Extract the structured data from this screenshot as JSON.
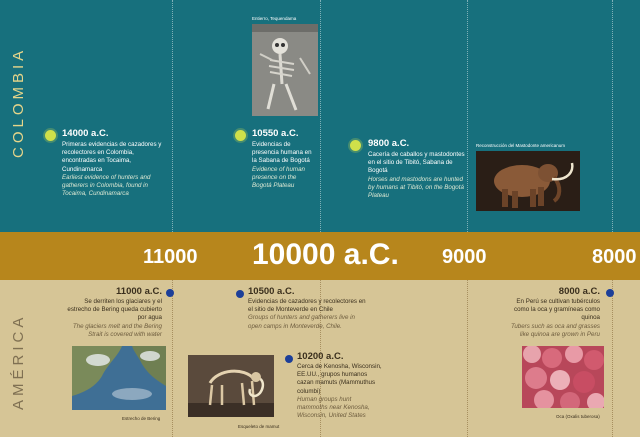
{
  "regions": {
    "top": "COLOMBIA",
    "bottom": "AMÉRICA"
  },
  "years": [
    "11000",
    "10000 a.C.",
    "9000",
    "8000"
  ],
  "colombia": [
    {
      "date": "14000 a.C.",
      "es": "Primeras evidencias de cazadores y recolectores en Colombia, encontradas en Tocaima, Cundinamarca",
      "en": "Earliest evidence of hunters and gatherers in Colombia, found in Tocaima, Cundinamarca"
    },
    {
      "date": "10550 a.C.",
      "es": "Evidencias de presencia humana en la Sabana de Bogotá",
      "en": "Evidence of human presence on the Bogotá Plateau"
    },
    {
      "date": "9800 a.C.",
      "es": "Cacería de caballos y mastodontes en el sitio de Tibitó, Sabana de Bogotá",
      "en": "Horses and mastodons are hunted by humans at Tibitó, on the Bogotá Plateau"
    }
  ],
  "america": [
    {
      "date": "11000 a.C.",
      "es": "Se derriten los glaciares y el estrecho de Bering queda cubierto por agua",
      "en": "The glaciers melt and the Bering Strait is covered with water"
    },
    {
      "date": "10500 a.C.",
      "es": "Evidencias de cazadores y recolectores en el sitio de Monteverde en Chile",
      "en": "Groups of hunters and gatherers live in open camps in Monteverde, Chile."
    },
    {
      "date": "10200 a.C.",
      "es": "Cerca de Kenosha, Wisconsin, EE.UU., grupos humanos cazan mamuts (Mammuthus columbi)",
      "en": "Human groups hunt mammoths near Kenosha, Wisconsin, United States"
    },
    {
      "date": "8000 a.C.",
      "es": "En Perú se cultivan tubérculos como la oca y gramíneas como quinoa",
      "en": "Tubers such as oca and grasses like quinoa are grown in Peru"
    }
  ],
  "captions": {
    "skeleton": "Entierro, Tequendama",
    "mastodon": "Reconstrucción del Mastodonte americanum",
    "bering": "Estrecho de Bering",
    "mammoth": "Esqueleto de mamut",
    "oca": "Oca (Oxalis tuberosa)"
  }
}
